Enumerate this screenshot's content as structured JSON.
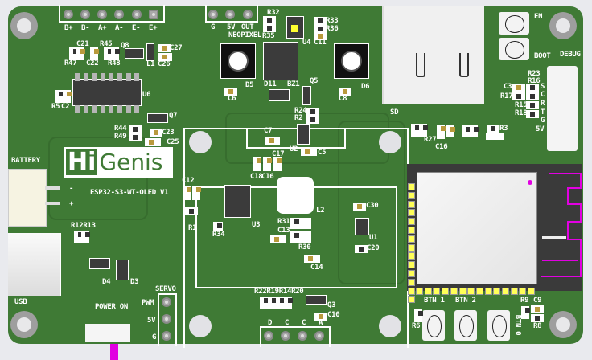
{
  "board": {
    "name": "ESP32-S3-WT-OLED V1",
    "logo_hi": "Hi",
    "logo_genis": "Genis",
    "colors": {
      "board": "#3f7a35",
      "silkscreen": "#ffffff",
      "background": "#e9eaee",
      "marker": "#e100e1",
      "pad_gold": "#b99a3c"
    }
  },
  "labels": {
    "b_plus": "B+",
    "b_minus": "B-",
    "a_plus": "A+",
    "a_minus": "A-",
    "e_minus": "E-",
    "e_plus": "E+",
    "np_g": "G",
    "np_5v": "5V",
    "np_out": "OUT",
    "neopixel": "NEOPIXEL",
    "r32": "R32",
    "r35": "R35",
    "r33": "R33",
    "r36": "R36",
    "u4": "U4",
    "c11": "C11",
    "c21": "C21",
    "r47": "R47",
    "c22": "C22",
    "r45": "R45",
    "r48": "R48",
    "q8": "Q8",
    "l1": "L1",
    "c27": "C27",
    "c26": "C26",
    "u6": "U6",
    "r5": "R5",
    "c2": "C2",
    "q7": "Q7",
    "r44": "R44",
    "r49": "R49",
    "c23": "C23",
    "c25": "C25",
    "d5": "D5",
    "c6": "C6",
    "d11": "D11",
    "bz1": "BZ1",
    "q5": "Q5",
    "d6": "D6",
    "c8": "C8",
    "r24": "R24",
    "r2": "R2",
    "u2": "U2",
    "c5": "C5",
    "c7": "C7",
    "c17": "C17",
    "c16": "C16",
    "c18": "C18",
    "sd": "SD",
    "en": "EN",
    "boot": "BOOT",
    "debug": "DEBUG",
    "r23": "R23",
    "r16": "R16",
    "c3": "C3",
    "r17": "R17",
    "r15": "R15",
    "r18": "R18",
    "pin_s": "S",
    "pin_c": "C",
    "pin_r": "R",
    "pin_t": "T",
    "pin_g": "G",
    "pin_5v": "5V",
    "r27": "R27",
    "c19": "C16",
    "r3": "R3",
    "battery": "BATTERY",
    "bat_minus": "-",
    "bat_plus": "+",
    "c12": "C12",
    "r1": "R1",
    "r34": "R34",
    "u3": "U3",
    "r31": "R31",
    "c13": "C13",
    "l2": "L2",
    "r30": "R30",
    "c14": "C14",
    "c30": "C30",
    "u1": "U1",
    "c20": "C20",
    "r12r13": "R12R13",
    "usb": "USB",
    "d4": "D4",
    "d3": "D3",
    "servo": "SERVO",
    "pwm": "PWM",
    "servo_5v": "5V",
    "servo_g": "G",
    "power_on": "POWER ON",
    "r_group": "R22R19R14R20",
    "q3": "Q3",
    "c10": "C10",
    "hd_d": "D",
    "hd_c1": "C",
    "hd_c2": "C",
    "hd_a": "A",
    "btn1": "BTN 1",
    "btn2": "BTN 2",
    "btn0": "BTN 0",
    "r9": "R9",
    "c9": "C9",
    "r6": "R6",
    "r8": "R8"
  }
}
